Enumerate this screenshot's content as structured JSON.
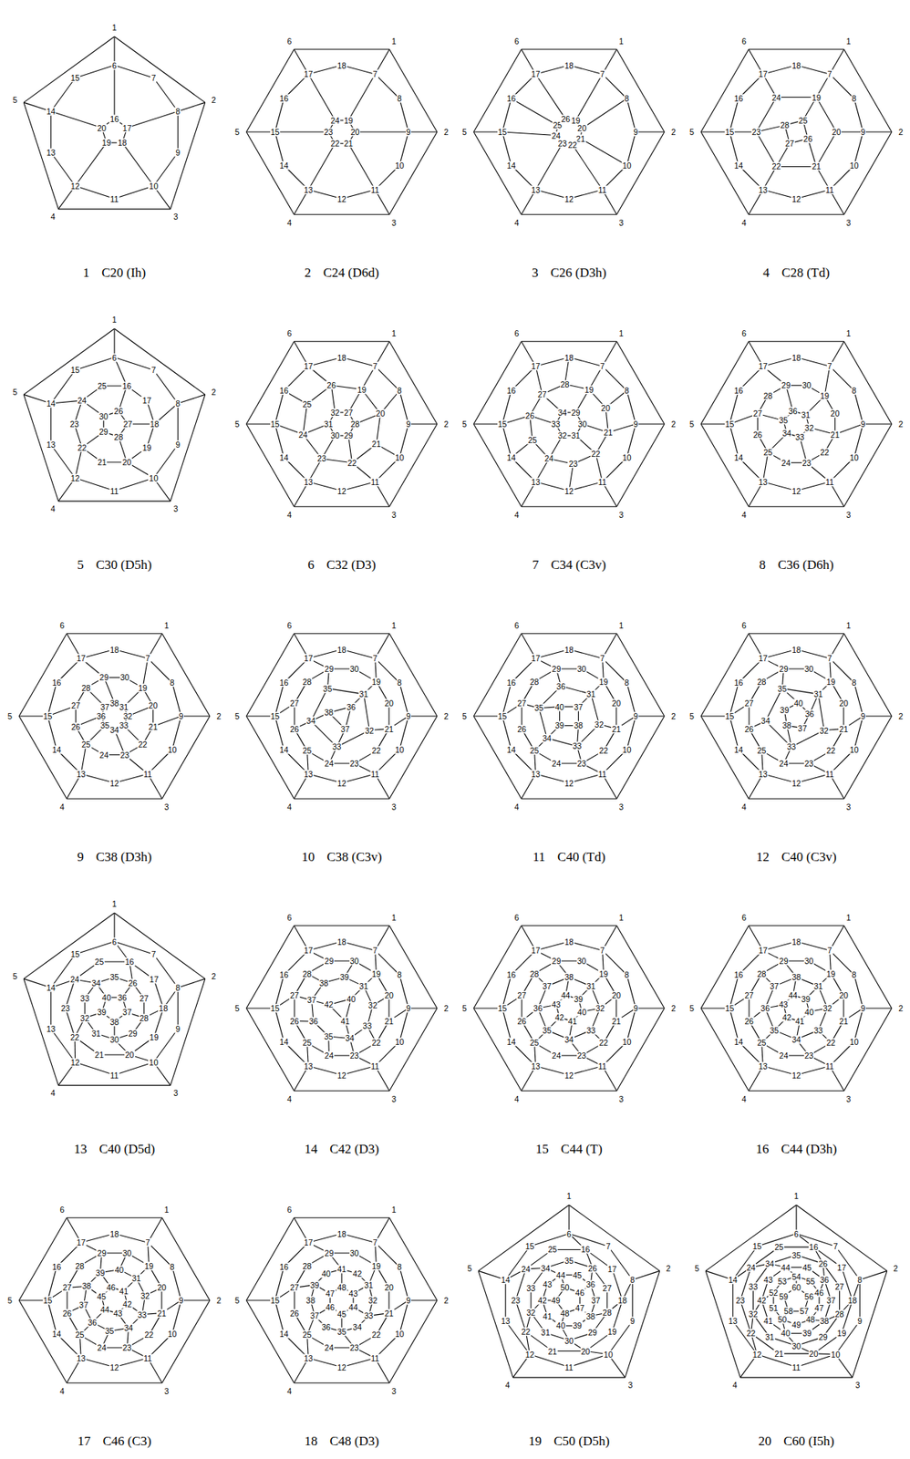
{
  "diagram": {
    "labels": [
      "1",
      "2",
      "3",
      "4",
      "5",
      "6",
      "7",
      "8",
      "9",
      "10",
      "11",
      "12",
      "13",
      "14",
      "15",
      "16",
      "17",
      "18",
      "19",
      "20",
      "1",
      "C20 (Ih)",
      "1",
      "2",
      "3",
      "4",
      "5",
      "6",
      "7",
      "8",
      "9",
      "10",
      "11",
      "12",
      "13",
      "14",
      "15",
      "16",
      "17",
      "18",
      "19",
      "20",
      "21",
      "22",
      "23",
      "24",
      "2",
      "C24 (D6d)",
      "1",
      "2",
      "3",
      "4",
      "5",
      "6",
      "7",
      "8",
      "9",
      "10",
      "11",
      "12",
      "13",
      "14",
      "15",
      "16",
      "17",
      "18",
      "19",
      "20",
      "21",
      "22",
      "23",
      "24",
      "25",
      "26",
      "3",
      "C26 (D3h)",
      "1",
      "2",
      "3",
      "4",
      "5",
      "6",
      "7",
      "8",
      "9",
      "10",
      "11",
      "12",
      "13",
      "14",
      "15",
      "16",
      "17",
      "18",
      "19",
      "20",
      "21",
      "22",
      "23",
      "24",
      "25",
      "26",
      "27",
      "28",
      "4",
      "C28 (Td)",
      "1",
      "2",
      "3",
      "4",
      "5",
      "6",
      "7",
      "8",
      "9",
      "10",
      "11",
      "12",
      "13",
      "14",
      "15",
      "16",
      "17",
      "18",
      "19",
      "20",
      "21",
      "22",
      "23",
      "24",
      "25",
      "26",
      "27",
      "28",
      "29",
      "30",
      "5",
      "C30 (D5h)",
      "1",
      "2",
      "3",
      "4",
      "5",
      "6",
      "7",
      "8",
      "9",
      "10",
      "11",
      "12",
      "13",
      "14",
      "15",
      "16",
      "17",
      "18",
      "19",
      "20",
      "21",
      "22",
      "23",
      "24",
      "25",
      "26",
      "27",
      "28",
      "29",
      "30",
      "31",
      "32",
      "6",
      "C32 (D3)",
      "1",
      "2",
      "3",
      "4",
      "5",
      "6",
      "7",
      "8",
      "9",
      "10",
      "11",
      "12",
      "13",
      "14",
      "15",
      "16",
      "17",
      "18",
      "19",
      "20",
      "21",
      "22",
      "23",
      "24",
      "25",
      "26",
      "27",
      "28",
      "29",
      "30",
      "31",
      "32",
      "33",
      "34",
      "7",
      "C34 (C3v)",
      "1",
      "2",
      "3",
      "4",
      "5",
      "6",
      "7",
      "8",
      "9",
      "10",
      "11",
      "12",
      "13",
      "14",
      "15",
      "16",
      "17",
      "18",
      "19",
      "20",
      "21",
      "22",
      "23",
      "24",
      "25",
      "26",
      "27",
      "28",
      "29",
      "30",
      "31",
      "32",
      "33",
      "34",
      "35",
      "36",
      "8",
      "C36 (D6h)",
      "1",
      "2",
      "3",
      "4",
      "5",
      "6",
      "7",
      "8",
      "9",
      "10",
      "11",
      "12",
      "13",
      "14",
      "15",
      "16",
      "17",
      "18",
      "19",
      "20",
      "21",
      "22",
      "23",
      "24",
      "25",
      "26",
      "27",
      "28",
      "29",
      "30",
      "31",
      "32",
      "33",
      "34",
      "35",
      "36",
      "37",
      "38",
      "9",
      "C38 (D3h)",
      "1",
      "2",
      "3",
      "4",
      "5",
      "6",
      "7",
      "8",
      "9",
      "10",
      "11",
      "12",
      "13",
      "14",
      "15",
      "16",
      "17",
      "18",
      "19",
      "20",
      "21",
      "22",
      "23",
      "24",
      "25",
      "26",
      "27",
      "28",
      "29",
      "30",
      "31",
      "32",
      "33",
      "34",
      "35",
      "36",
      "37",
      "38",
      "10",
      "C38 (C3v)",
      "1",
      "2",
      "3",
      "4",
      "5",
      "6",
      "7",
      "8",
      "9",
      "10",
      "11",
      "12",
      "13",
      "14",
      "15",
      "16",
      "17",
      "18",
      "19",
      "20",
      "21",
      "22",
      "23",
      "24",
      "25",
      "26",
      "27",
      "28",
      "29",
      "30",
      "31",
      "32",
      "33",
      "34",
      "35",
      "36",
      "37",
      "38",
      "39",
      "40",
      "11",
      "C40 (Td)",
      "1",
      "2",
      "3",
      "4",
      "5",
      "6",
      "7",
      "8",
      "9",
      "10",
      "11",
      "12",
      "13",
      "14",
      "15",
      "16",
      "17",
      "18",
      "19",
      "20",
      "21",
      "22",
      "23",
      "24",
      "25",
      "26",
      "27",
      "28",
      "29",
      "30",
      "31",
      "32",
      "33",
      "34",
      "35",
      "36",
      "37",
      "38",
      "39",
      "40",
      "12",
      "C40 (C3v)",
      "1",
      "2",
      "3",
      "4",
      "5",
      "6",
      "7",
      "8",
      "9",
      "10",
      "11",
      "12",
      "13",
      "14",
      "15",
      "16",
      "17",
      "18",
      "19",
      "20",
      "21",
      "22",
      "23",
      "24",
      "25",
      "26",
      "27",
      "28",
      "29",
      "30",
      "31",
      "32",
      "33",
      "34",
      "35",
      "36",
      "37",
      "38",
      "39",
      "40",
      "13",
      "C40 (D5d)",
      "1",
      "2",
      "3",
      "4",
      "5",
      "6",
      "7",
      "8",
      "9",
      "10",
      "11",
      "12",
      "13",
      "14",
      "15",
      "16",
      "17",
      "18",
      "19",
      "20",
      "21",
      "22",
      "23",
      "24",
      "25",
      "26",
      "27",
      "28",
      "29",
      "30",
      "31",
      "32",
      "33",
      "34",
      "35",
      "36",
      "37",
      "38",
      "39",
      "40",
      "41",
      "42",
      "14",
      "C42 (D3)",
      "1",
      "2",
      "3",
      "4",
      "5",
      "6",
      "7",
      "8",
      "9",
      "10",
      "11",
      "12",
      "13",
      "14",
      "15",
      "16",
      "17",
      "18",
      "19",
      "20",
      "21",
      "22",
      "23",
      "24",
      "25",
      "26",
      "27",
      "28",
      "29",
      "30",
      "31",
      "32",
      "33",
      "34",
      "35",
      "36",
      "37",
      "38",
      "39",
      "40",
      "41",
      "42",
      "43",
      "44",
      "15",
      "C44 (T)",
      "1",
      "2",
      "3",
      "4",
      "5",
      "6",
      "7",
      "8",
      "9",
      "10",
      "11",
      "12",
      "13",
      "14",
      "15",
      "16",
      "17",
      "18",
      "19",
      "20",
      "21",
      "22",
      "23",
      "24",
      "25",
      "26",
      "27",
      "28",
      "29",
      "30",
      "31",
      "32",
      "33",
      "34",
      "35",
      "36",
      "37",
      "38",
      "39",
      "40",
      "41",
      "42",
      "43",
      "44",
      "16",
      "C44 (D3h)",
      "1",
      "2",
      "3",
      "4",
      "5",
      "6",
      "7",
      "8",
      "9",
      "10",
      "11",
      "12",
      "13",
      "14",
      "15",
      "16",
      "17",
      "18",
      "19",
      "20",
      "21",
      "22",
      "23",
      "24",
      "25",
      "26",
      "27",
      "28",
      "29",
      "30",
      "31",
      "32",
      "33",
      "34",
      "35",
      "36",
      "37",
      "38",
      "39",
      "40",
      "41",
      "42",
      "43",
      "44",
      "45",
      "46",
      "17",
      "C46 (C3)",
      "1",
      "2",
      "3",
      "4",
      "5",
      "6",
      "7",
      "8",
      "9",
      "10",
      "11",
      "12",
      "13",
      "14",
      "15",
      "16",
      "17",
      "18",
      "19",
      "20",
      "21",
      "22",
      "23",
      "24",
      "25",
      "26",
      "27",
      "28",
      "29",
      "30",
      "31",
      "32",
      "33",
      "34",
      "35",
      "36",
      "37",
      "38",
      "39",
      "40",
      "41",
      "42",
      "43",
      "44",
      "45",
      "46",
      "47",
      "48",
      "18",
      "C48 (D3)",
      "1",
      "2",
      "3",
      "4",
      "5",
      "6",
      "7",
      "8",
      "9",
      "10",
      "11",
      "12",
      "13",
      "14",
      "15",
      "16",
      "17",
      "18",
      "19",
      "20",
      "21",
      "22",
      "23",
      "24",
      "25",
      "26",
      "27",
      "28",
      "29",
      "30",
      "31",
      "32",
      "33",
      "34",
      "35",
      "36",
      "37",
      "38",
      "39",
      "40",
      "41",
      "42",
      "43",
      "44",
      "45",
      "46",
      "47",
      "48",
      "49",
      "50",
      "19",
      "C50 (D5h)",
      "1",
      "2",
      "3",
      "4",
      "5",
      "6",
      "7",
      "8",
      "9",
      "10",
      "11",
      "12",
      "13",
      "14",
      "15",
      "16",
      "17",
      "18",
      "19",
      "20",
      "21",
      "22",
      "23",
      "24",
      "25",
      "26",
      "27",
      "28",
      "29",
      "30",
      "31",
      "32",
      "33",
      "34",
      "35",
      "36",
      "37",
      "38",
      "39",
      "40",
      "41",
      "42",
      "43",
      "44",
      "45",
      "46",
      "47",
      "48",
      "49",
      "50",
      "51",
      "52",
      "53",
      "54",
      "55",
      "56",
      "57",
      "58",
      "59",
      "60",
      "20",
      "C60 (I5h)"
    ]
  }
}
